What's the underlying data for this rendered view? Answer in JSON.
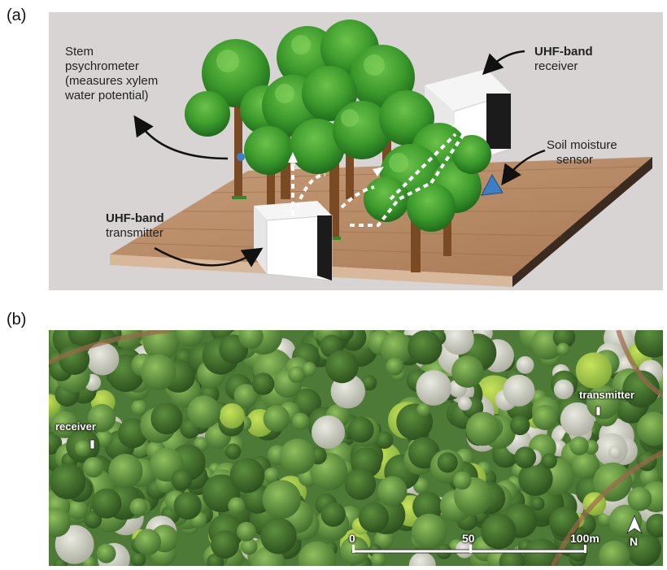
{
  "panels": {
    "a": {
      "label": "(a)",
      "stem_label": [
        "Stem",
        "psychrometer",
        "(measures xylem",
        "water potential)"
      ],
      "receiver_label": [
        "UHF-band",
        "receiver"
      ],
      "transmitter_label": [
        "UHF-band",
        "transmitter"
      ],
      "soil_label": [
        "Soil moisture",
        "sensor"
      ]
    },
    "b": {
      "label": "(b)",
      "receiver": "receiver",
      "transmitter": "transmitter",
      "scale": {
        "ticks": [
          "0",
          "50",
          "100m"
        ]
      },
      "north": "N"
    }
  },
  "colors": {
    "panel_bg": "#d8d4d3",
    "wood_top": "#b98e6b",
    "wood_side": "#7a5238",
    "foliage": "#3e9a2e",
    "trunk": "#7a4a24",
    "sensor_blue": "#3b7fc4"
  }
}
